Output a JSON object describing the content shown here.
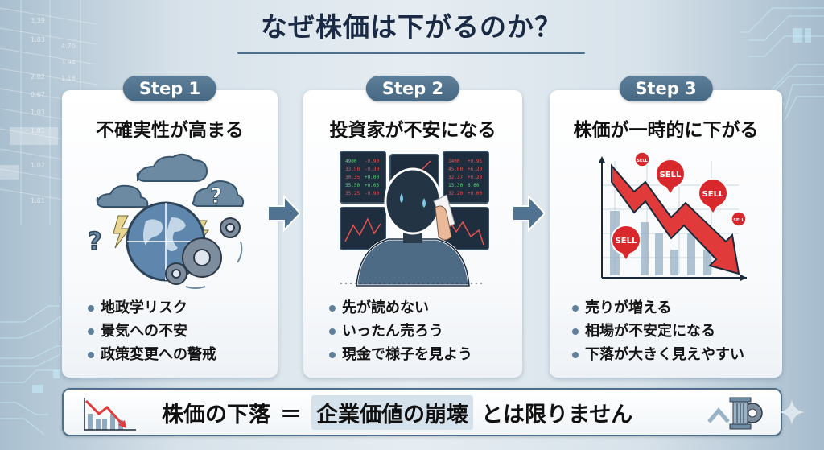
{
  "title": "なぜ株価は下がるのか？",
  "steps": [
    {
      "label": "Step 1",
      "heading": "不確実性が高まる",
      "illustration": "globe-storm-gears-icon",
      "bullets": [
        "地政学リスク",
        "景気への不安",
        "政策変更への警戒"
      ]
    },
    {
      "label": "Step 2",
      "heading": "投資家が不安になる",
      "illustration": "worried-investor-screens-icon",
      "bullets": [
        "先が読めない",
        "いったん売ろう",
        "現金で様子を見よう"
      ]
    },
    {
      "label": "Step 3",
      "heading": "株価が一時的に下がる",
      "illustration": "falling-chart-sell-icon",
      "sell_badge_text": "SELL",
      "bullets": [
        "売りが増える",
        "相場が不安定になる",
        "下落が大きく見えやすい"
      ]
    }
  ],
  "arrows": [
    "arrow-right-icon",
    "arrow-right-icon"
  ],
  "conclusion": {
    "part1": "株価の下落",
    "equals": "＝",
    "highlight": "企業価値の崩壊",
    "part2": "とは限りません",
    "left_icon": "declining-chart-icon",
    "right_icon": "pillar-gear-icon"
  },
  "background": {
    "table_numbers": [
      "3.39",
      "1.03",
      "4.70",
      "3.94",
      "2.02",
      "1.18",
      "0.67",
      "1.03",
      "1.01",
      "1.02",
      "1.01"
    ]
  },
  "colors": {
    "accent": "#4a6f8f",
    "pill": "#526f89",
    "text_dark": "#1a2a44",
    "sell_red": "#d8282c",
    "highlight_bg": "#d5e2ec"
  }
}
